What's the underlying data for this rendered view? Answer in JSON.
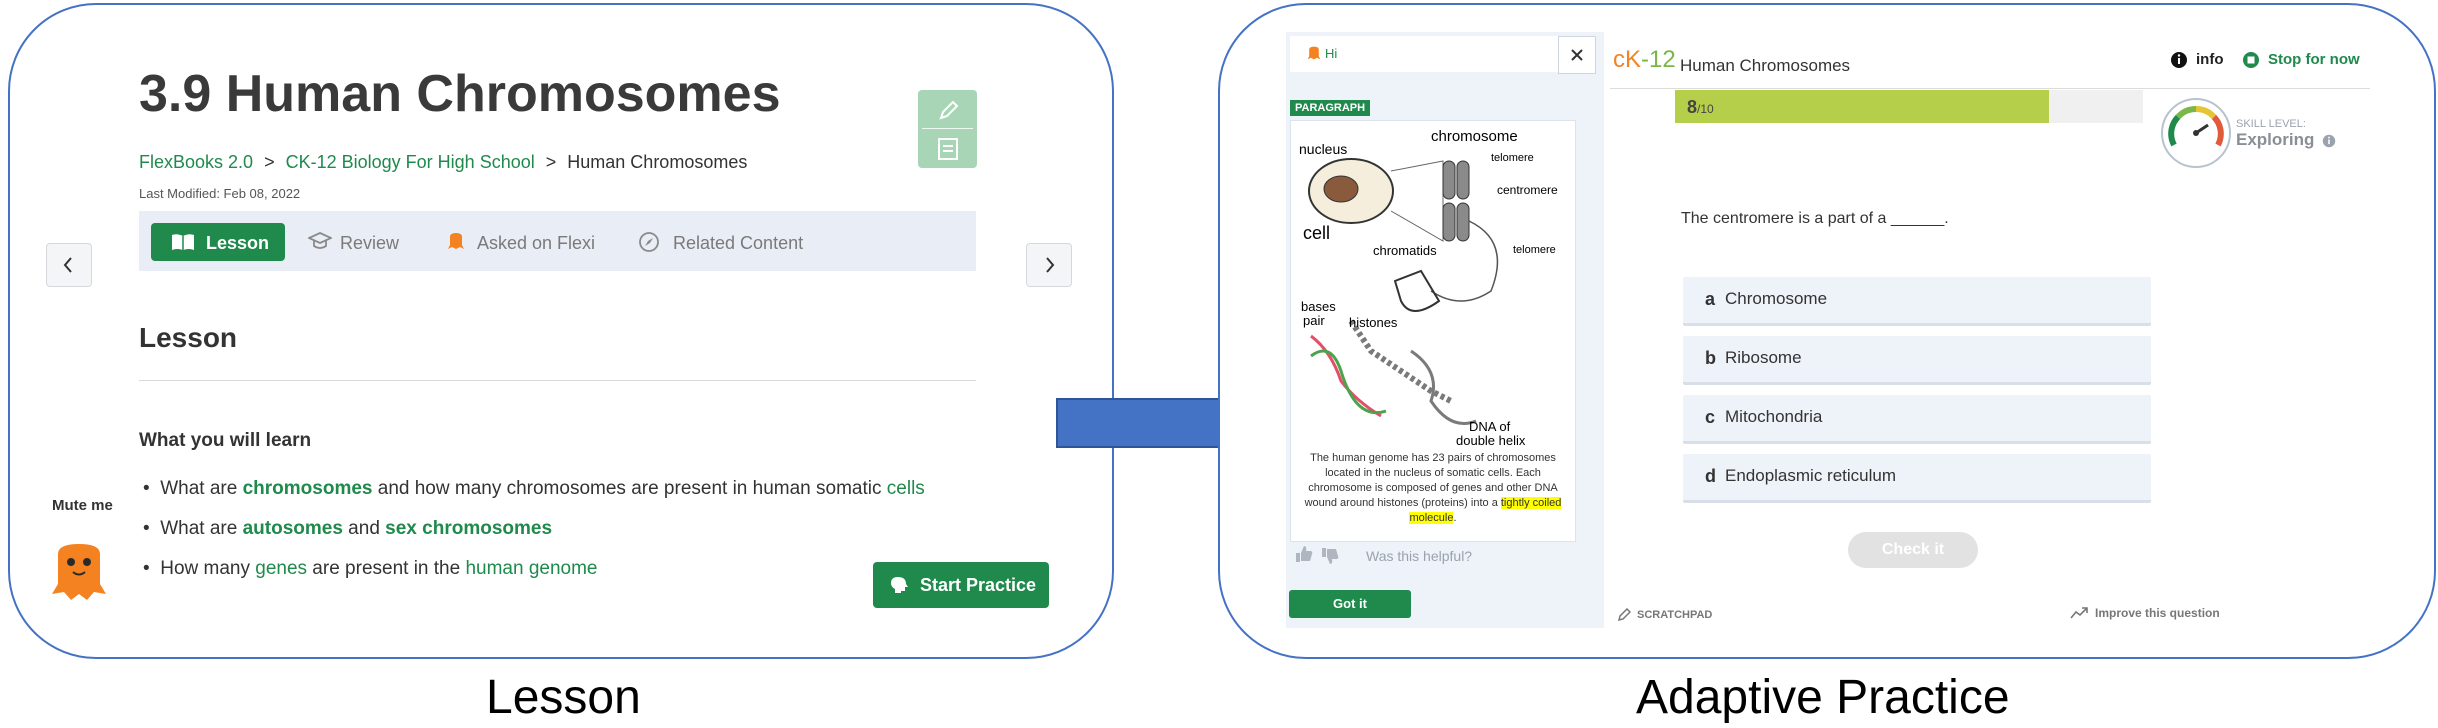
{
  "lesson": {
    "title": "3.9 Human Chromosomes",
    "breadcrumb": {
      "part1": "FlexBooks 2.0",
      "sep1": ">",
      "part2": "CK-12 Biology For High School",
      "sep2": ">",
      "part3": "Human Chromosomes"
    },
    "last_modified": "Last Modified: Feb 08, 2022",
    "tabs": [
      "Lesson",
      "Review",
      "Asked on Flexi",
      "Related Content"
    ],
    "section_heading": "Lesson",
    "learn_heading": "What you will learn",
    "bullets": [
      {
        "p1": "What are ",
        "k1": "chromosomes",
        "p2": " and how many chromosomes are present in human somatic ",
        "k2": "cells"
      },
      {
        "p1": "What are ",
        "k1": "autosomes",
        "p2": " and ",
        "k2": "sex chromosomes"
      },
      {
        "p1": "How many ",
        "k1": "genes",
        "p2": " are present in the ",
        "k2": "human genome"
      }
    ],
    "mute_label": "Mute me",
    "start_practice": "Start Practice"
  },
  "practice": {
    "flexi_tab": "Hi",
    "paragraph_badge": "PARAGRAPH",
    "diagram_labels": {
      "nucleus": "nucleus",
      "chromosome": "chromosome",
      "telomere1": "telomere",
      "centromere": "centromere",
      "cell": "cell",
      "chromatids": "chromatids",
      "telomere2": "telomere",
      "bases": "bases",
      "pair": "pair",
      "histones": "histones",
      "dna1": "DNA of",
      "dna2": "double helix"
    },
    "figure_caption": "The human genome has 23 pairs of chromosomes located in the nucleus of somatic cells. Each chromosome is composed of genes and other DNA wound around histones (proteins) into a ",
    "figure_caption_highlight": "tightly coiled molecule",
    "figure_caption_end": ".",
    "helpful_text": "Was this helpful?",
    "got_it": "Got it",
    "logo_ck": "cK",
    "logo_12": "-12",
    "topic": "Human Chromosomes",
    "info": "info",
    "stop": "Stop for now",
    "progress_value": "8",
    "progress_total": "/10",
    "progress_fraction": 0.8,
    "skill_level_label": "SKILL LEVEL:",
    "skill_level_value": "Exploring",
    "question": "The centromere is a part of a ______.",
    "options": [
      {
        "letter": "a",
        "text": "Chromosome"
      },
      {
        "letter": "b",
        "text": "Ribosome"
      },
      {
        "letter": "c",
        "text": "Mitochondria"
      },
      {
        "letter": "d",
        "text": "Endoplasmic reticulum"
      }
    ],
    "check": "Check it",
    "scratchpad": "SCRATCHPAD",
    "improve": "Improve this question"
  },
  "captions": {
    "left": "Lesson",
    "right": "Adaptive Practice"
  },
  "colors": {
    "accent": "#1f8a4c",
    "border": "#4472c4",
    "arrow": "#4472c4",
    "progress": "#b5cf4a",
    "highlight": "#ffff00"
  },
  "icons": [
    "pencil-icon",
    "notes-icon",
    "chevron-left-icon",
    "chevron-right-icon",
    "book-icon",
    "graduation-cap-icon",
    "flexi-icon",
    "compass-icon",
    "brain-icon",
    "close-icon",
    "info-icon",
    "stop-icon",
    "gauge-icon",
    "thumbs-up-icon",
    "thumbs-down-icon",
    "scratchpad-icon",
    "trend-icon",
    "arrow-right-icon"
  ]
}
